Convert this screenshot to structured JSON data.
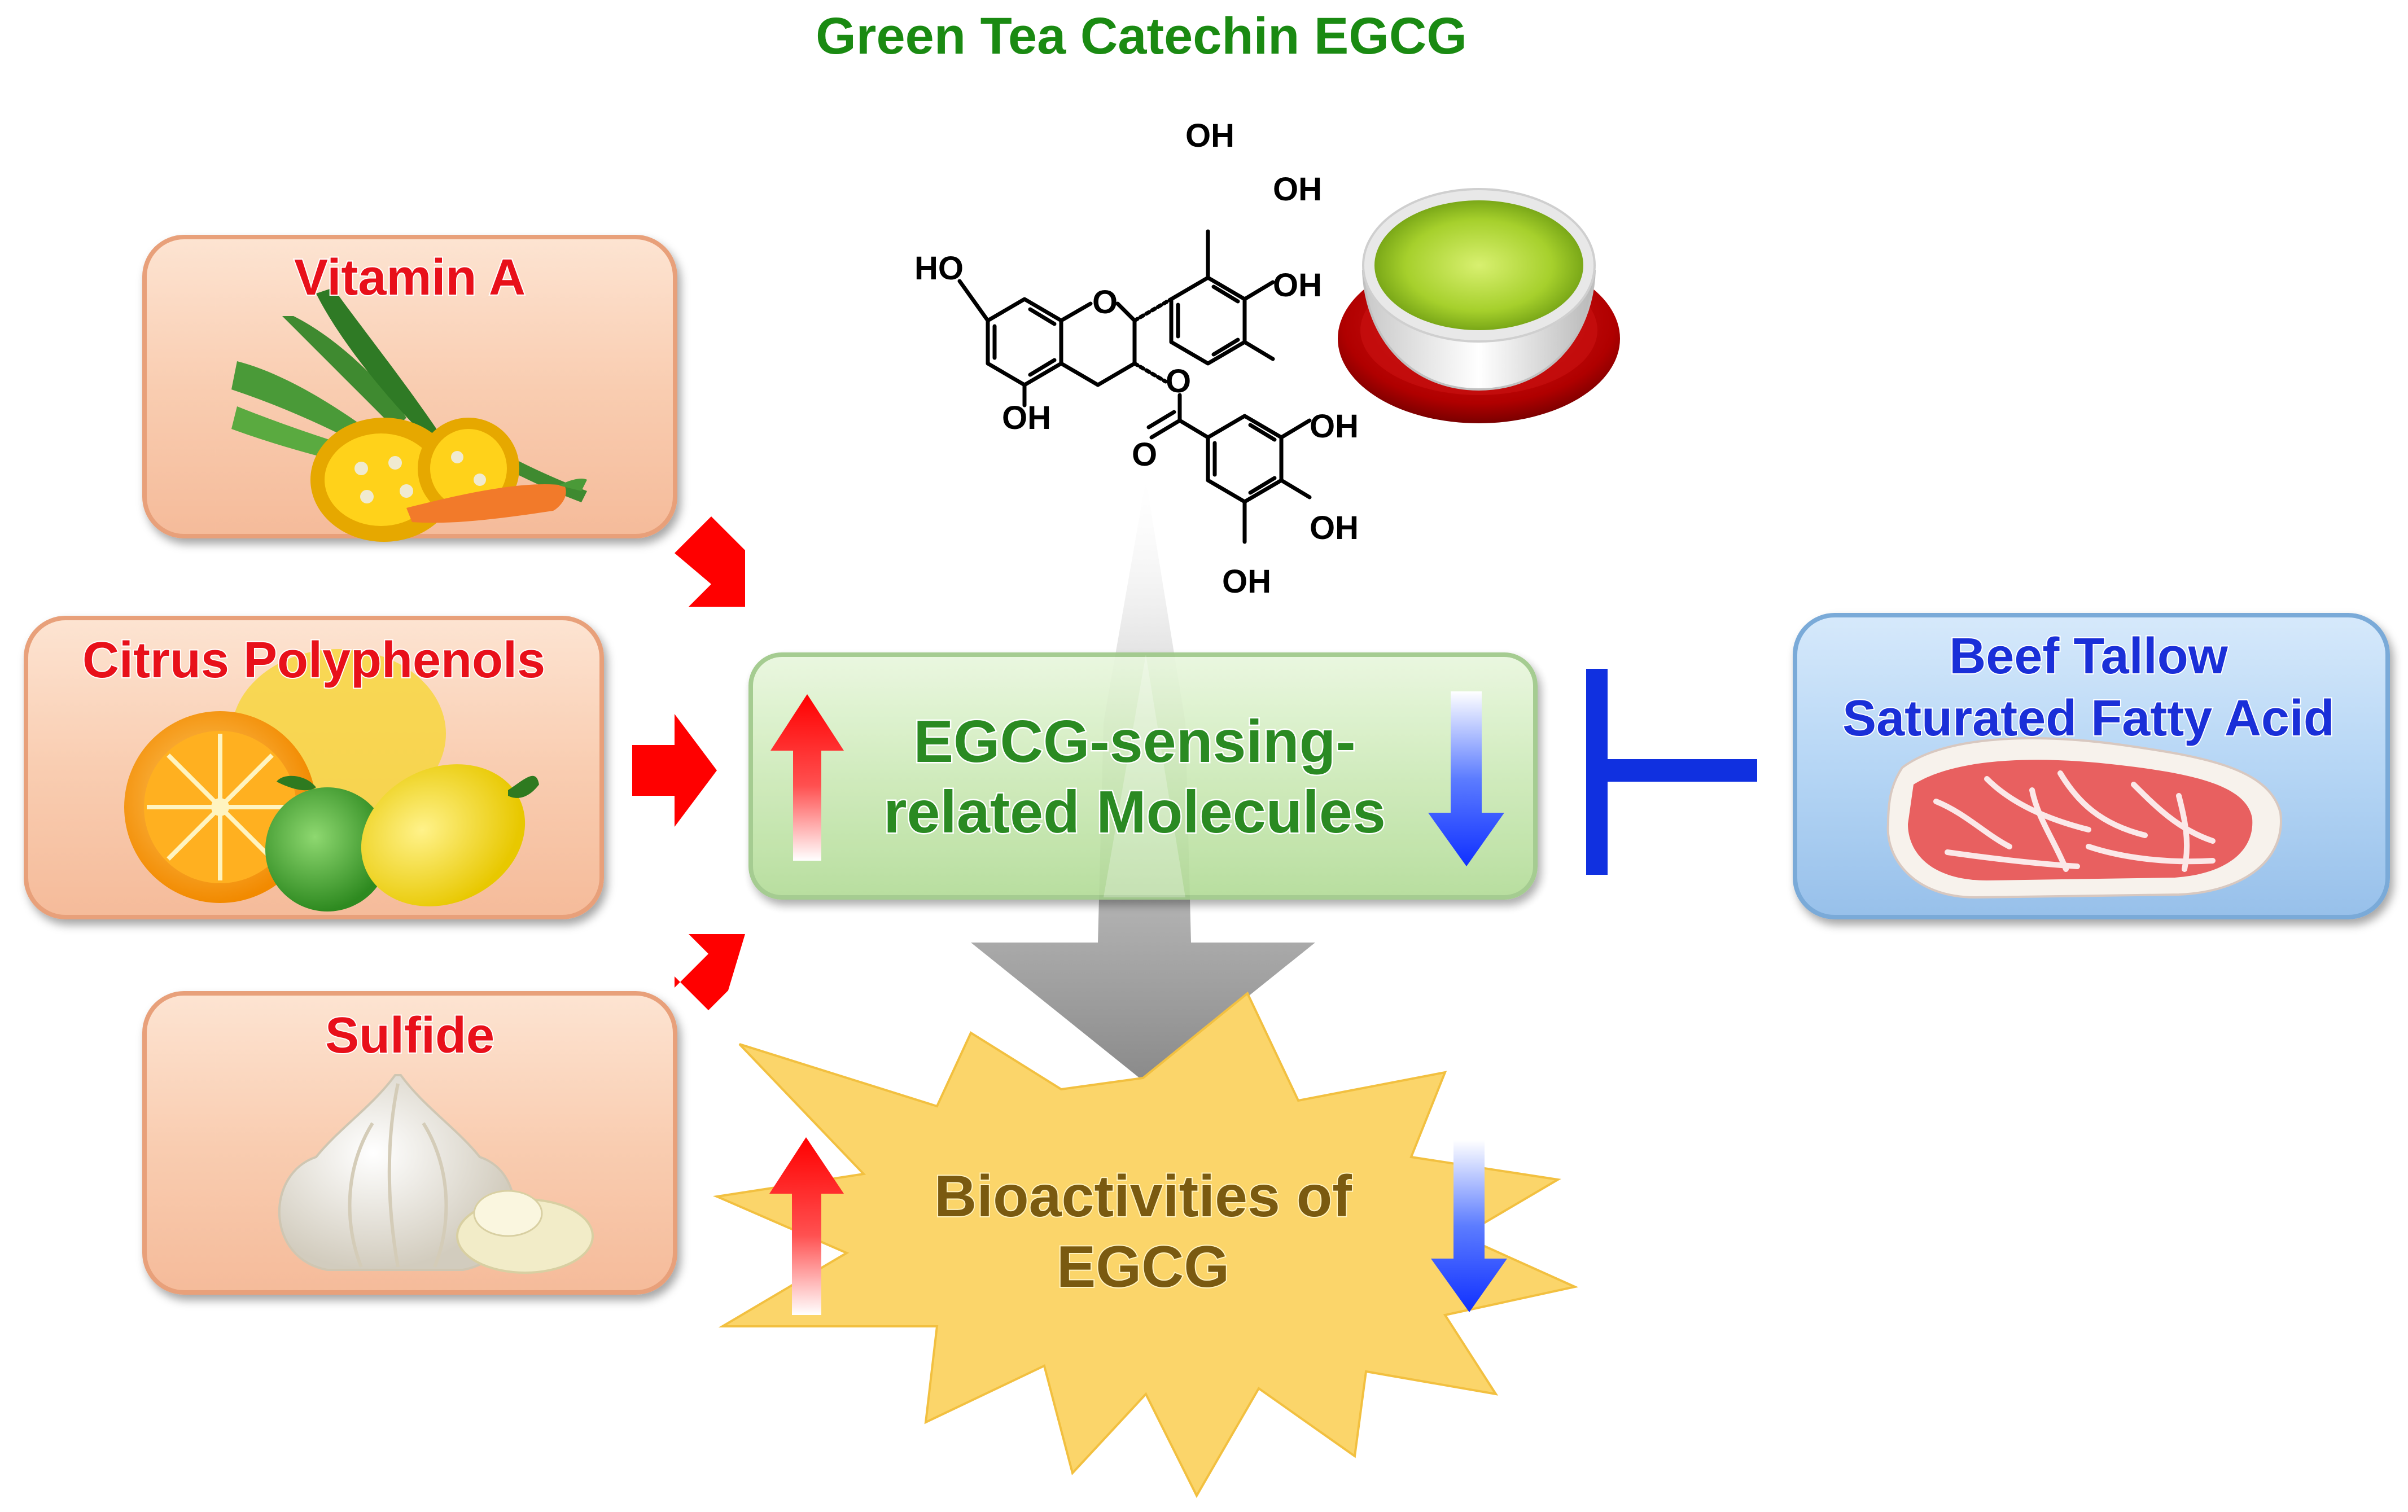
{
  "title": "Green Tea Catechin EGCG",
  "left_boxes": [
    {
      "label": "Vitamin A",
      "icon": "vegetables-icon"
    },
    {
      "label": "Citrus Polyphenols",
      "icon": "citrus-fruits-icon"
    },
    {
      "label": "Sulfide",
      "icon": "garlic-icon"
    }
  ],
  "right_box": {
    "line1": "Beef Tallow",
    "line2": "Saturated Fatty Acid",
    "icon": "beef-icon"
  },
  "center_box": {
    "line1": "EGCG-sensing-",
    "line2": "related Molecules"
  },
  "burst": {
    "line1": "Bioactivities of",
    "line2": "EGCG"
  },
  "molecule_labels": {
    "oh": "OH",
    "ho": "HO",
    "o": "O"
  },
  "colors": {
    "title_green": "#1a8a12",
    "left_label_red": "#e8101a",
    "right_label_blue": "#1a2fd8",
    "center_text_green": "#2a8a22",
    "burst_text": "#7a5a10",
    "inhibit_blue": "#1030e0",
    "activate_red": "#ff0000",
    "burst_fill": "#fbd56a"
  }
}
